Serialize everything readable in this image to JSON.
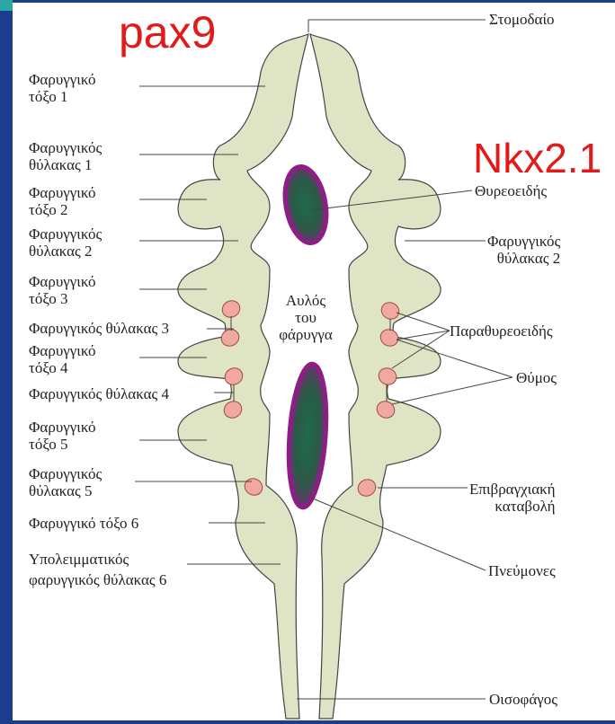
{
  "overlay": {
    "pax9": "pax9",
    "nkx": "Nkx2.1"
  },
  "colors": {
    "tissue": "#dfe5c4",
    "tissue_stroke": "#444444",
    "bud": "#f0a8a0",
    "purple": "#8e1e86",
    "green": "#1f6b4d",
    "overlay_text": "#e11b1b",
    "frame": "#1c3c8c"
  },
  "labels": {
    "stomodaio": "Στομοδαίο",
    "arch1": [
      "Φαρυγγικό",
      "τόξο 1"
    ],
    "pouch1": [
      "Φαρυγγικός",
      "θύλακας 1"
    ],
    "arch2": [
      "Φαρυγγικό",
      "τόξο 2"
    ],
    "pouch2": [
      "Φαρυγγικός",
      "θύλακας 2"
    ],
    "thyroid": "Θυρεοειδής",
    "pouch2_right": [
      "Φαρυγγικός",
      "θύλακας 2"
    ],
    "arch3": [
      "Φαρυγγικό",
      "τόξο 3"
    ],
    "pouch3": "Φαρυγγικός θύλακας 3",
    "arch4": [
      "Φαρυγγικό",
      "τόξο 4"
    ],
    "pouch4": "Φαρυγγικός θύλακας 4",
    "arch5": [
      "Φαρυγγικό",
      "τόξο 5"
    ],
    "pouch5": [
      "Φαρυγγικός",
      "θύλακας 5"
    ],
    "arch6": "Φαρυγγικό τόξο 6",
    "residual_pouch6": [
      "Υπολειμματικός",
      "φαρυγγικός θύλακας 6"
    ],
    "lumen": [
      "Αυλός",
      "του",
      "φάρυγγα"
    ],
    "parathyroid": "Παραθυρεοειδής",
    "thymus": "Θύμος",
    "epibranchial": [
      "Επιβραγχιακή",
      "καταβολή"
    ],
    "lungs": "Πνεύμονες",
    "esophagus": "Οισοφάγος"
  }
}
